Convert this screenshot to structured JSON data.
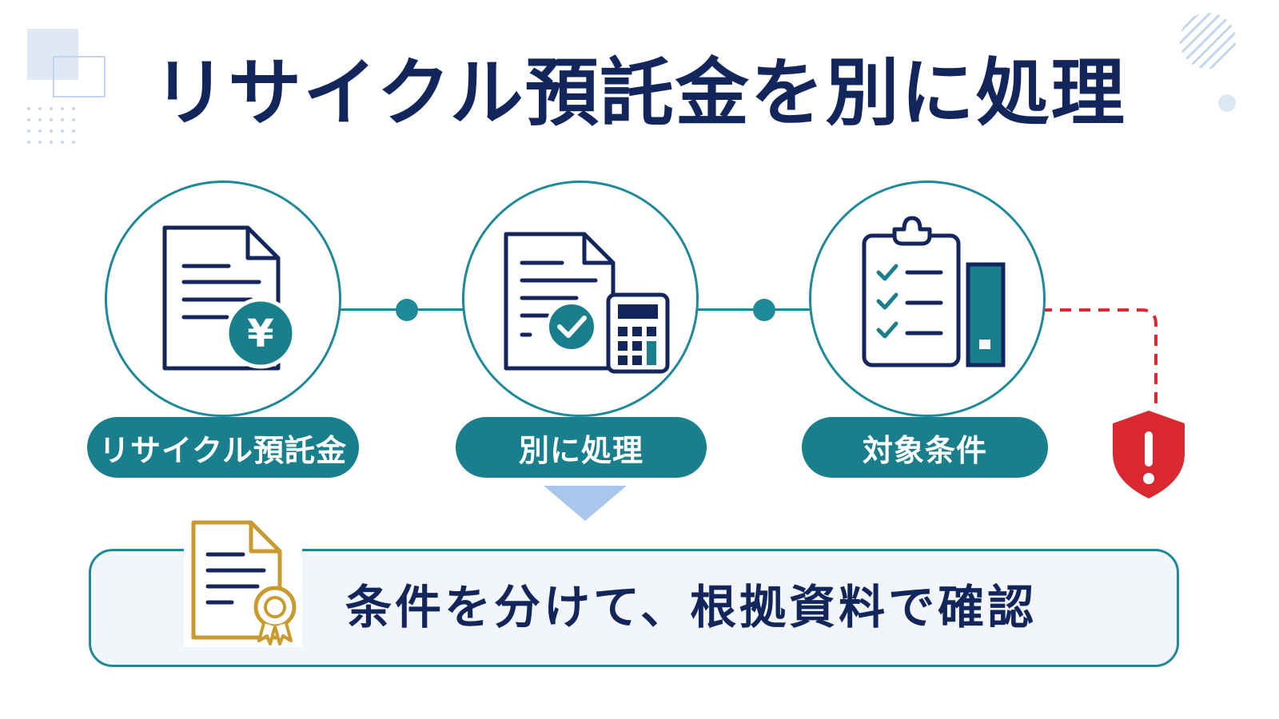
{
  "title": "リサイクル預託金を別に処理",
  "steps": [
    {
      "label": "リサイクル預託金",
      "icon": "document-yen-icon"
    },
    {
      "label": "別に処理",
      "icon": "document-calculator-icon"
    },
    {
      "label": "対象条件",
      "icon": "clipboard-checklist-icon"
    }
  ],
  "yen_symbol": "¥",
  "result": {
    "text": "条件を分けて、根拠資料で確認",
    "icon": "certificate-document-icon"
  },
  "warning_icon": "shield-alert-icon",
  "colors": {
    "navy": "#13265c",
    "teal": "#1a7f8c",
    "alert_red": "#d9282f",
    "gold": "#c99a2e",
    "light_blue": "#a9c7ea"
  }
}
